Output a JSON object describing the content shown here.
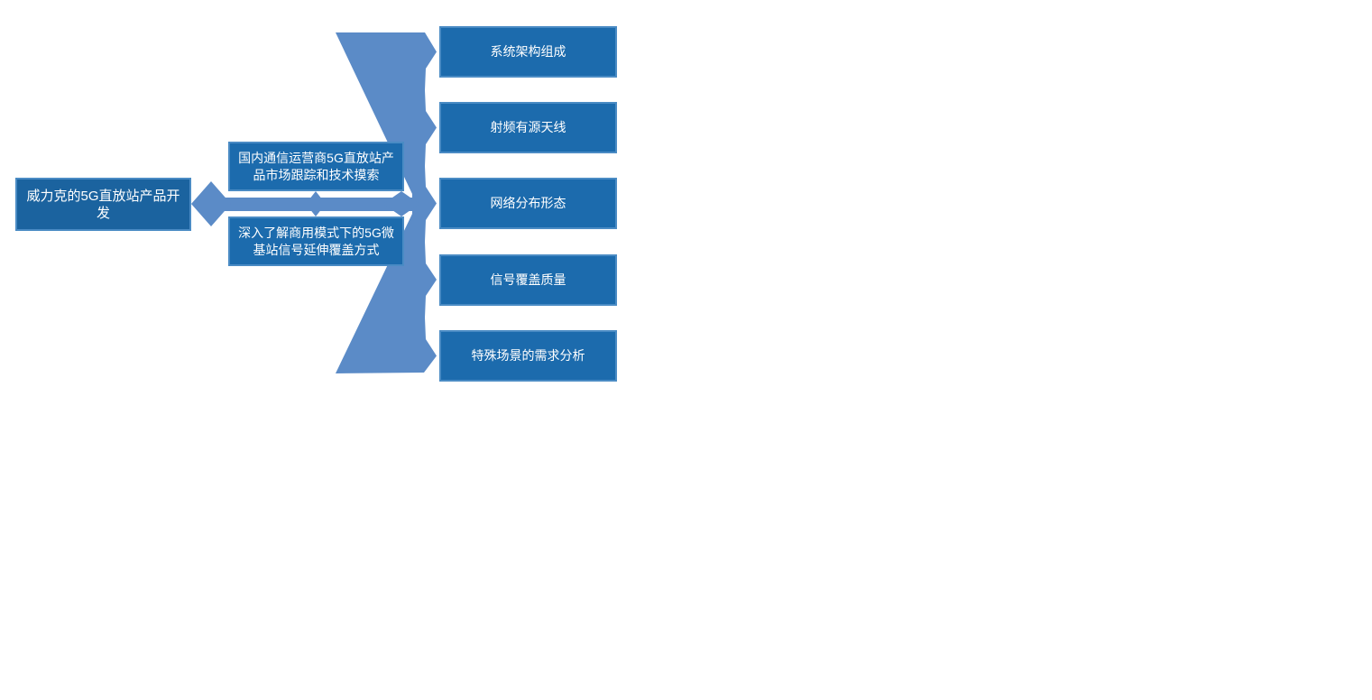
{
  "diagram": {
    "type": "hierarchy-flow",
    "root": {
      "label": "威力克的5G直放站产品开发"
    },
    "level2": [
      {
        "label": "国内通信运营商5G直放站产品市场跟踪和技术摸索"
      },
      {
        "label": "深入了解商用模式下的5G微基站信号延伸覆盖方式"
      }
    ],
    "level3": [
      {
        "label": "系统架构组成"
      },
      {
        "label": "射频有源天线"
      },
      {
        "label": "网络分布形态"
      },
      {
        "label": "信号覆盖质量"
      },
      {
        "label": "特殊场景的需求分析"
      }
    ],
    "colors": {
      "node_fill": "#1C6BAD",
      "root_fill": "#1B639F",
      "node_border": "#4A8BC4",
      "connector": "#5B8BC7",
      "text": "#FFFFFF",
      "background": "#FFFFFF"
    }
  }
}
